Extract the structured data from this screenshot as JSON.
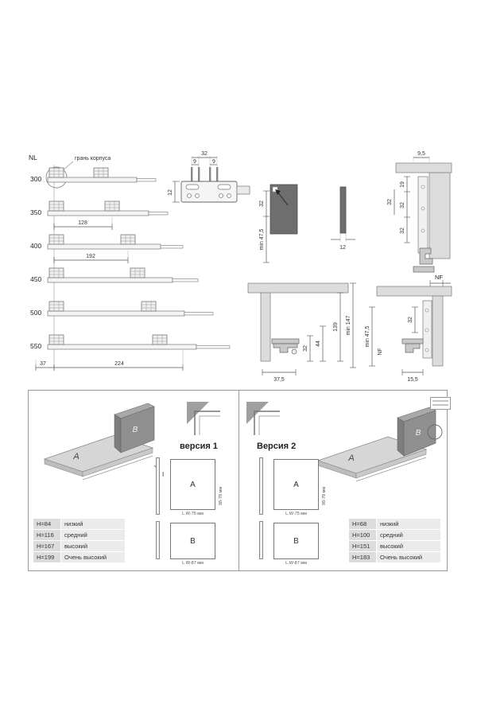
{
  "top": {
    "nl": "NL",
    "edge_label": "грань корпуса",
    "rows": [
      {
        "label": "300"
      },
      {
        "label": "350"
      },
      {
        "label": "400"
      },
      {
        "label": "450"
      },
      {
        "label": "500"
      },
      {
        "label": "550"
      }
    ],
    "dims": {
      "d128": "128",
      "d192": "192",
      "d37": "37",
      "d224": "224",
      "front_32": "32",
      "front_9a": "9",
      "front_9b": "9",
      "front_12": "12",
      "plate_32": "32",
      "plate_min": "min 47,5",
      "plate_12": "12",
      "side_95": "9,5",
      "side_19": "19",
      "side_32a": "32",
      "side_32b": "32",
      "side_32c": "32",
      "mid_139": "139",
      "mid_min147": "min 147",
      "mid_44": "44",
      "mid_32": "32",
      "mid_375": "37,5",
      "right_nf_top": "NF",
      "right_32": "32",
      "right_min": "min 47,5",
      "right_nf_bottom": "NF",
      "right_155": "15,5"
    }
  },
  "bottom": {
    "left": {
      "version": "версия 1",
      "iso_a": "A",
      "iso_b": "B",
      "iso_mark": "I",
      "rect_a": "A",
      "rect_a_width": "L.W-75 мм",
      "rect_a_height": "98-78 мм",
      "rect_b": "B",
      "rect_b_width": "L.W-87 мм",
      "table": [
        {
          "h": "H=84",
          "name": "низкий"
        },
        {
          "h": "H=116",
          "name": "средний"
        },
        {
          "h": "H=167",
          "name": "высокий"
        },
        {
          "h": "H=199",
          "name": "Очень высокий"
        }
      ]
    },
    "right": {
      "version": "Версия 2",
      "iso_a": "A",
      "iso_b": "B",
      "rect_a": "A",
      "rect_a_width": "L.W-75 мм",
      "rect_a_height": "98-78 мм",
      "rect_b": "B",
      "rect_b_width": "L.W-87 мм",
      "table": [
        {
          "h": "H=68",
          "name": "низкий"
        },
        {
          "h": "H=100",
          "name": "средний"
        },
        {
          "h": "H=151",
          "name": "высокий"
        },
        {
          "h": "H=183",
          "name": "Очень высокий"
        }
      ]
    }
  }
}
